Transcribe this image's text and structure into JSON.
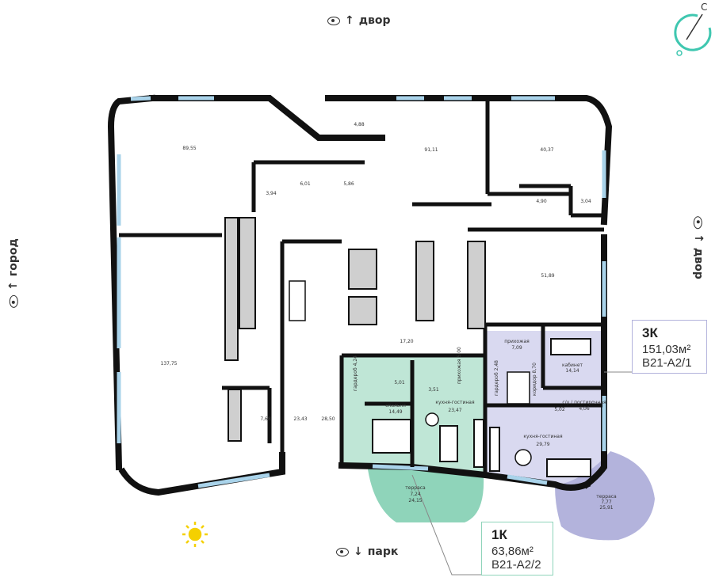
{
  "directions": {
    "top": "двор",
    "right": "двор",
    "left": "город",
    "bottom": "парк",
    "compass": "С"
  },
  "rooms": {
    "r1": "89,55",
    "r2": "4,88",
    "r3": "91,11",
    "r4": "40,37",
    "r5": "3,94",
    "r6": "6,01",
    "r7": "5,86",
    "r8": "4,90",
    "r9": "3,04",
    "r10": "51,89",
    "r11": "137,75",
    "r12": "17,20",
    "r13": "7,68",
    "r14": "23,43",
    "r15": "28,50"
  },
  "apt1k": {
    "card_title": "1К",
    "card_area": "63,86м²",
    "card_code": "B21-A2/2",
    "gard_name": "гардероб",
    "gard_area": "4,24",
    "bath_area": "5,01",
    "wc_area": "3,51",
    "hall_name": "прихожая",
    "hall_area": "5,00",
    "bed_name": "спальня",
    "bed_area": "14,49",
    "kitchen_name": "кухня-гостиная",
    "kitchen_area": "23,47",
    "terrace_name": "терраса",
    "terrace_area_1": "7,24",
    "terrace_area_2": "24,15"
  },
  "apt3k": {
    "card_title": "3К",
    "card_area": "151,03м²",
    "card_code": "B21-A2/1",
    "hall_name": "прихожая",
    "hall_area": "7,09",
    "office_name": "кабинет",
    "office_area": "14,14",
    "gard_name": "гардероб",
    "gard_area": "2,48",
    "corr_name": "коридор",
    "corr_area": "8,70",
    "bath_area": "5,02",
    "guest_name": "с/у / постирочная",
    "guest_area": "4,06",
    "kitchen_name": "кухня-гостиная",
    "kitchen_area": "29,79",
    "terrace_name": "терраса",
    "terrace_area_1": "7,77",
    "terrace_area_2": "25,91"
  },
  "colors": {
    "wall": "#111111",
    "window": "#a9d3ea",
    "apt1k_fill": "#bfe6d6",
    "apt1k_terrace": "#8fd4ba",
    "apt3k_fill": "#d9d9f0",
    "apt3k_terrace": "#b3b3dc",
    "furniture": "#cfcfcf",
    "compass": "#3fc7b0",
    "sun": "#f4d000"
  }
}
